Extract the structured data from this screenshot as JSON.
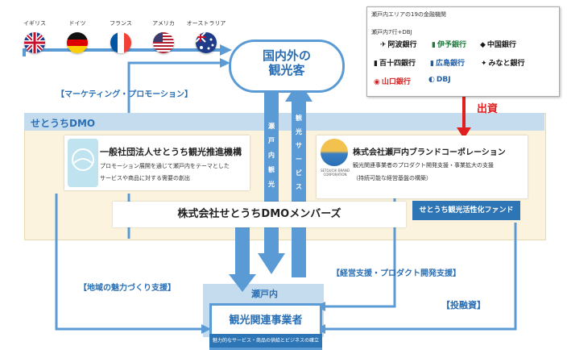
{
  "countries": [
    {
      "label": "イギリス",
      "flag": "uk"
    },
    {
      "label": "ドイツ",
      "flag": "de"
    },
    {
      "label": "フランス",
      "flag": "fr"
    },
    {
      "label": "アメリカ",
      "flag": "us"
    },
    {
      "label": "オーストラリア",
      "flag": "au"
    }
  ],
  "visitors": {
    "label": "国内外の\n観光客"
  },
  "marketing": {
    "label": "【マーケティング・プロモーション】"
  },
  "banks": {
    "title": "瀬戸内エリアの19の金融機関",
    "subtitle": "瀬戸内7行+DBJ",
    "items": [
      {
        "name": "阿波銀行",
        "color": "#1a1a1a"
      },
      {
        "name": "伊予銀行",
        "color": "#1d7a3a"
      },
      {
        "name": "中国銀行",
        "color": "#1a1a1a"
      },
      {
        "name": "百十四銀行",
        "color": "#1a1a1a"
      },
      {
        "name": "広島銀行",
        "color": "#1f5fa8"
      },
      {
        "name": "みなと銀行",
        "color": "#1a1a1a"
      },
      {
        "name": "山口銀行",
        "color": "#d22323"
      },
      {
        "name": "DBJ",
        "color": "#1f5fa8"
      }
    ]
  },
  "investment": {
    "label": "出資"
  },
  "dmo": {
    "label": "せとうちDMO"
  },
  "association": {
    "name": "一般社団法人せとうち観光推進機構",
    "desc1": "プロモーション展開を通じて瀬戸内をテーマとした",
    "desc2": "サービスや商品に対する需要の創出"
  },
  "brand_corp": {
    "name": "株式会社瀬戸内ブランドコーポレーション",
    "desc1": "観光関連事業者のプロダクト開発支援・事業拡大の支援",
    "desc2": "（持続可能な経営基盤の構築）",
    "logo_text": "SETOUCHI BRAND CORPORATION"
  },
  "vertical_left": "瀬戸内観光",
  "vertical_right": "観光サービス",
  "fund": {
    "label": "せとうち観光活性化ファンド"
  },
  "members": {
    "label": "株式会社せとうちDMOメンバーズ"
  },
  "regional_support": {
    "label": "【地域の魅力づくり支援】"
  },
  "management_support": {
    "label": "【経営支援・プロダクト開発支援】"
  },
  "financing": {
    "label": "【投融資】"
  },
  "setouchi_tag": {
    "label": "瀬戸内"
  },
  "operators": {
    "name": "観光関連事業者",
    "sub": "魅力的なサービス・商品の供給とビジネスの確立"
  },
  "colors": {
    "arrow_blue": "#5b9bd5",
    "panel_blue": "#2e75b6",
    "dmo_bg": "#fbf3dd",
    "dmo_label_bg": "#c5dcef",
    "investment_red": "#e02020"
  }
}
